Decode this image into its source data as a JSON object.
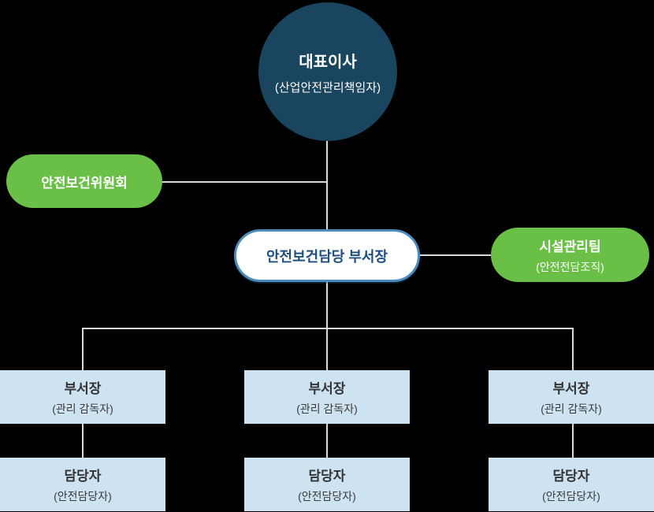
{
  "colors": {
    "background": "#000000",
    "ceo_circle": "#1a455f",
    "green_pill": "#6abf46",
    "light_blue_box": "#cee3f2",
    "connector_line": "#d9d9d9",
    "white_pill_border": "#4d8cba",
    "white_pill_text": "#1d4e7e"
  },
  "nodes": {
    "ceo": {
      "title": "대표이사",
      "subtitle": "(산업안전관리책임자)"
    },
    "committee": {
      "title": "안전보건위원회"
    },
    "safety_head": {
      "title": "안전보건담당 부서장"
    },
    "facility_team": {
      "title": "시설관리팀",
      "subtitle": "(안전전담조직)"
    },
    "columns": [
      {
        "manager": {
          "title": "부서장",
          "subtitle": "(관리 감독자)"
        },
        "officer": {
          "title": "담당자",
          "subtitle": "(안전담당자)"
        }
      },
      {
        "manager": {
          "title": "부서장",
          "subtitle": "(관리 감독자)"
        },
        "officer": {
          "title": "담당자",
          "subtitle": "(안전담당자)"
        }
      },
      {
        "manager": {
          "title": "부서장",
          "subtitle": "(관리 감독자)"
        },
        "officer": {
          "title": "담당자",
          "subtitle": "(안전담당자)"
        }
      }
    ]
  }
}
